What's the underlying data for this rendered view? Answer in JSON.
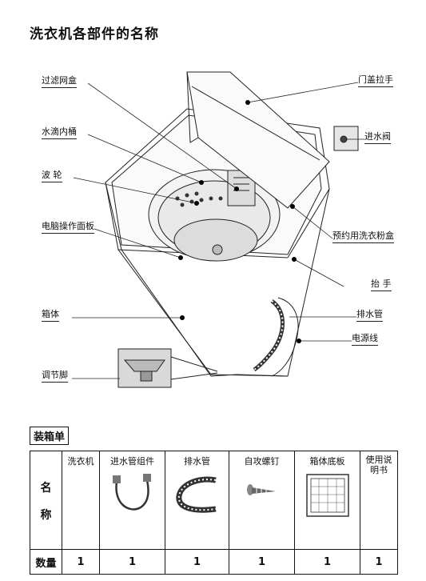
{
  "title": "洗衣机各部件的名称",
  "parts_left": {
    "filter": "过滤网盒",
    "inner_tub": "水滴内桶",
    "pulsator": "波  轮",
    "control_panel": "电脑操作面板",
    "cabinet": "箱体",
    "leveling_foot": "调节脚"
  },
  "parts_right": {
    "lid_handle": "门盖拉手",
    "inlet_valve": "进水阀",
    "detergent_box": "预约用洗衣粉盒",
    "handle": "抬  手",
    "drain_hose": "排水管",
    "power_cord": "电源线"
  },
  "packing": {
    "title": "装箱单",
    "row_name_line1": "名",
    "row_name_line2": "称",
    "row_qty": "数量",
    "items": [
      {
        "name": "洗衣机",
        "qty": "1"
      },
      {
        "name": "进水管组件",
        "qty": "1"
      },
      {
        "name": "排水管",
        "qty": "1"
      },
      {
        "name": "自攻螺钉",
        "qty": "1"
      },
      {
        "name": "箱体底板",
        "qty": "1"
      },
      {
        "name": "使用说\n明书",
        "qty": "1"
      }
    ]
  }
}
